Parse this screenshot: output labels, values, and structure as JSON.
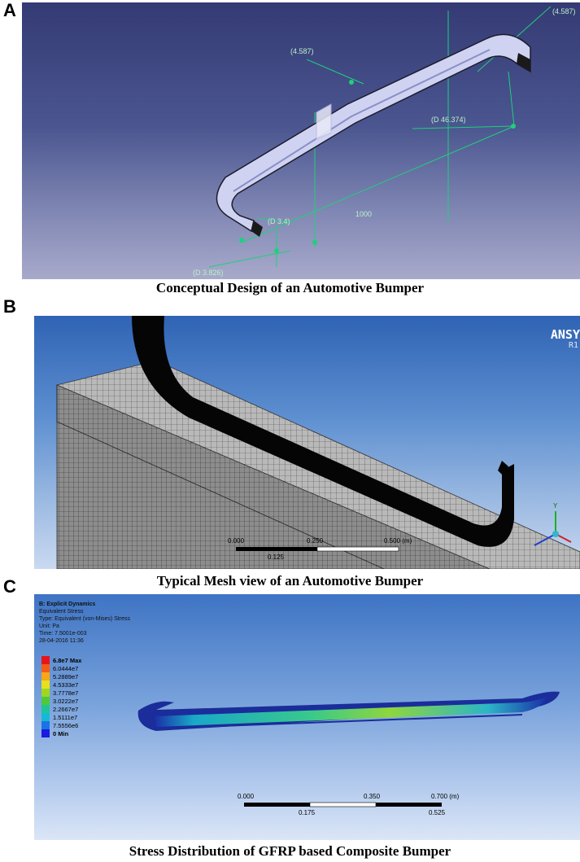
{
  "panels": {
    "a": {
      "letter": "A",
      "caption": "Conceptual Design of an Automotive Bumper",
      "dimensions": [
        "(4.587)",
        "(4.587)",
        "(D 46.374)",
        "1000",
        "(D 3.826)",
        "(D 3.4)"
      ]
    },
    "b": {
      "letter": "B",
      "caption": "Typical Mesh view of an Automotive Bumper",
      "brand": "ANSY",
      "brand_sub": "R1",
      "scale": {
        "start": "0.000",
        "mid": "0.250",
        "end": "0.500 (m)",
        "quarter": "0.125"
      },
      "axis_y": "Y"
    },
    "c": {
      "letter": "C",
      "caption": "Stress Distribution of GFRP based Composite Bumper",
      "info": {
        "title": "B: Explicit Dynamics",
        "line1": "Equivalent Stress",
        "line2": "Type: Equivalent (von-Mises) Stress",
        "line3": "Unit: Pa",
        "line4": "Time: 7.5001e-003",
        "line5": "28-04-2016 11:36"
      },
      "legend": [
        {
          "label": "6.8e7 Max",
          "color": "#e8141c",
          "bold": true
        },
        {
          "label": "6.0444e7",
          "color": "#f15d17"
        },
        {
          "label": "5.2889e7",
          "color": "#f8a51a"
        },
        {
          "label": "4.5333e7",
          "color": "#e6e11d"
        },
        {
          "label": "3.7778e7",
          "color": "#9fd623"
        },
        {
          "label": "3.0222e7",
          "color": "#4ec93a"
        },
        {
          "label": "2.2667e7",
          "color": "#1fc49a"
        },
        {
          "label": "1.5111e7",
          "color": "#15b9d6"
        },
        {
          "label": "7.5556e6",
          "color": "#1b74e3"
        },
        {
          "label": "0 Min",
          "color": "#1a1ae0",
          "bold": true
        }
      ],
      "scale": {
        "start": "0.000",
        "mid": "0.350",
        "end": "0.700 (m)",
        "q1": "0.175",
        "q3": "0.525"
      }
    }
  }
}
